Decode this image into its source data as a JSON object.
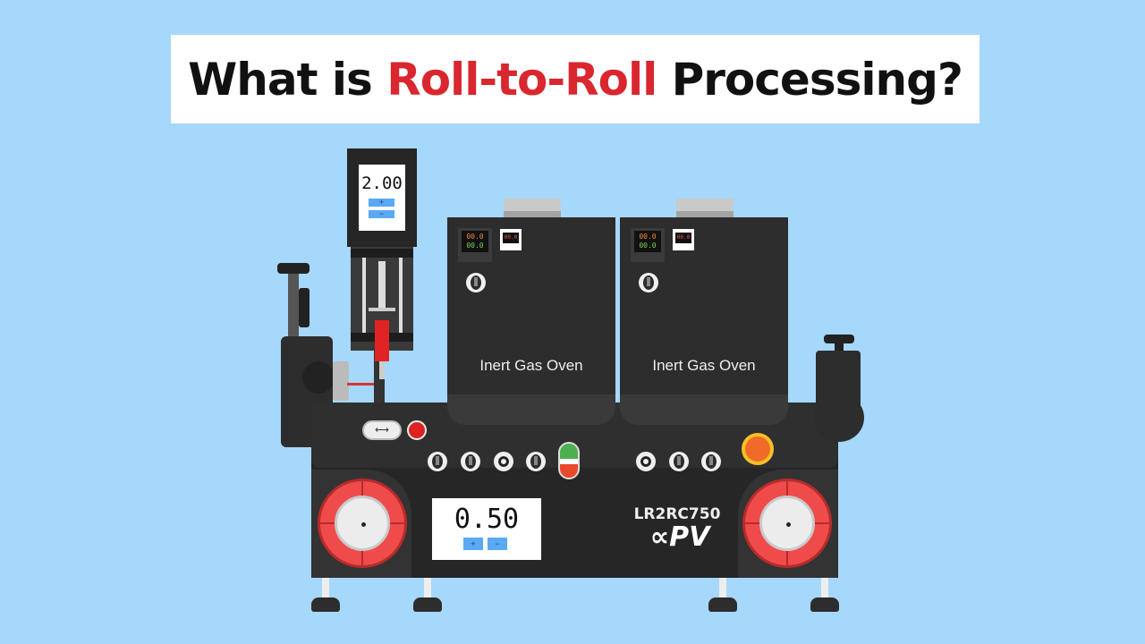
{
  "title": {
    "part1": "What is ",
    "highlight": "Roll-to-Roll",
    "part2": " Processing?",
    "highlight_color": "#d9262f"
  },
  "syringe_pump": {
    "display": "2.00",
    "plus": "+",
    "minus": "−"
  },
  "ovens": [
    {
      "label": "Inert Gas Oven",
      "temp_top": "00.0",
      "temp_bottom": "00.0",
      "mini": "00.0"
    },
    {
      "label": "Inert Gas Oven",
      "temp_top": "00.0",
      "temp_bottom": "00.0",
      "mini": "00.0"
    }
  ],
  "speed_panel": {
    "display": "0.50",
    "plus": "+",
    "minus": "−"
  },
  "model": "LR2RC750",
  "logo": "∝PV",
  "colors": {
    "background": "#a6d8fb",
    "machine": "#2d2d2d",
    "roller": "#f04b4b",
    "emergency": "#f06a2a"
  }
}
